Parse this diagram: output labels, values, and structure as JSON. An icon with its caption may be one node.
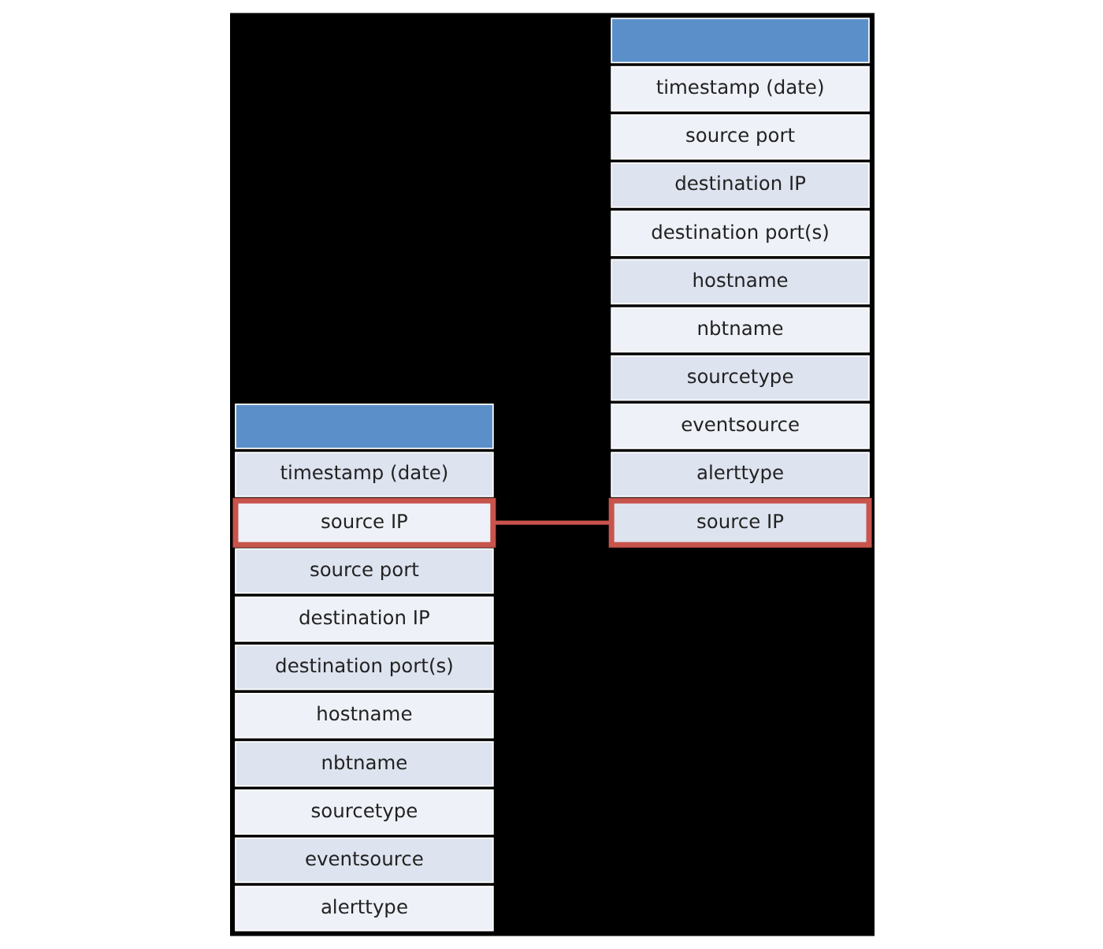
{
  "diagram": {
    "nodes": [
      {
        "text": [],
        "shape": "box"
      },
      {
        "text": [
          "timestamp (date)"
        ]
      },
      {
        "text": [
          "source IP"
        ]
      },
      {
        "text": [
          "source port"
        ]
      },
      {
        "text": [
          "destination IP"
        ]
      },
      {
        "text": [
          "destination port(s)"
        ]
      },
      {
        "text": [
          "hostname"
        ]
      },
      {
        "text": [
          "nbtname"
        ]
      },
      {
        "text": [
          "sourcetype"
        ]
      },
      {
        "text": [
          "eventsource"
        ]
      },
      {
        "text": [
          "alerttype"
        ]
      },
      {
        "text": [],
        "shape": "box"
      },
      {
        "text": [
          "timestamp (date)"
        ]
      },
      {
        "text": [
          "source IP"
        ]
      },
      {
        "text": [
          "source port"
        ]
      },
      {
        "text": [
          "destination IP"
        ]
      },
      {
        "text": [
          "destination port(s)"
        ]
      },
      {
        "text": [
          "hostname"
        ]
      },
      {
        "text": [
          "nbtname"
        ]
      },
      {
        "text": [
          "sourcetype"
        ]
      },
      {
        "text": [
          "eventsource"
        ]
      },
      {
        "text": [
          "alerttype"
        ]
      }
    ],
    "edges": [
      {
        "from": 2,
        "to": 13,
        "arrow": "none"
      }
    ]
  }
}
